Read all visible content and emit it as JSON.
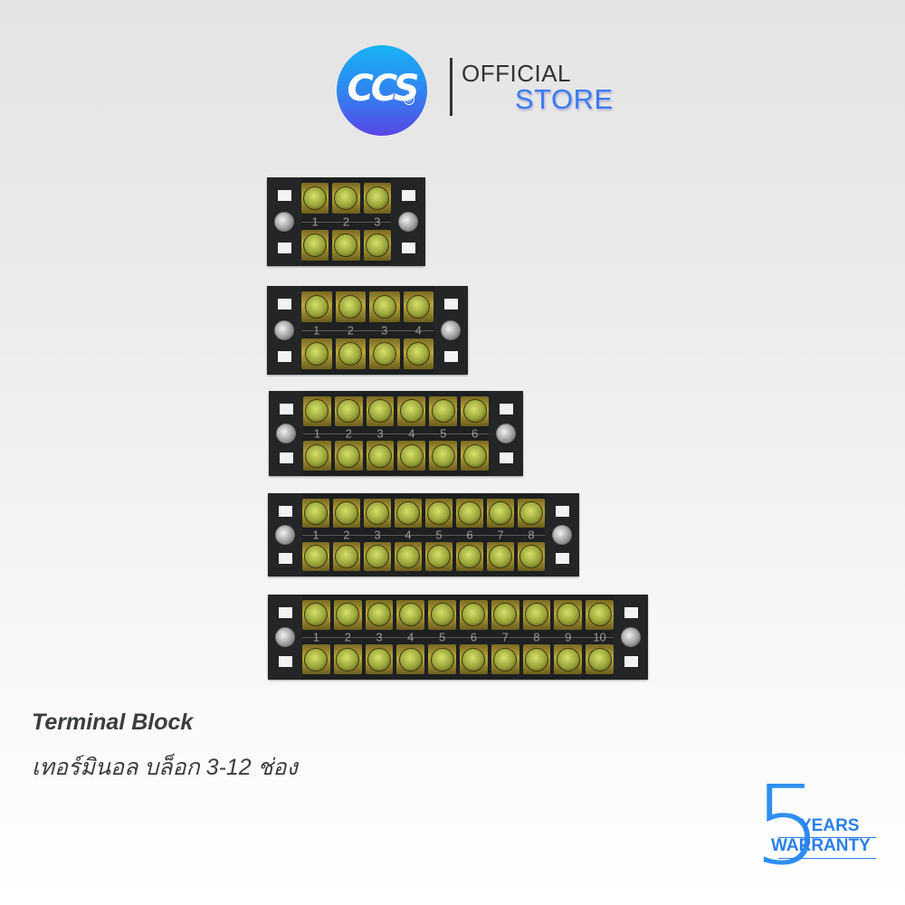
{
  "header": {
    "logo_text": "CCS",
    "logo_registered": "®",
    "official_label": "OFFICIAL",
    "store_label": "STORE",
    "colors": {
      "logo_top": "#17b2f5",
      "logo_bottom": "#5a45e6",
      "store_text": "#3a7cf2"
    }
  },
  "product_images": [
    {
      "ways": 3,
      "terminal_numbers": [
        "1",
        "2",
        "3"
      ]
    },
    {
      "ways": 4,
      "terminal_numbers": [
        "1",
        "2",
        "3",
        "4"
      ]
    },
    {
      "ways": 6,
      "terminal_numbers": [
        "1",
        "2",
        "3",
        "4",
        "5",
        "6"
      ]
    },
    {
      "ways": 8,
      "terminal_numbers": [
        "1",
        "2",
        "3",
        "4",
        "5",
        "6",
        "7",
        "8"
      ]
    },
    {
      "ways": 10,
      "terminal_numbers": [
        "1",
        "2",
        "3",
        "4",
        "5",
        "6",
        "7",
        "8",
        "9",
        "10"
      ]
    }
  ],
  "caption": {
    "title": "Terminal Block",
    "subtitle": "เทอร์มินอล บล็อก 3-12 ช่อง"
  },
  "warranty": {
    "number": "5",
    "years_label": "YEARS",
    "warranty_label": "WARRANTY",
    "color": "#2a7fe8"
  }
}
